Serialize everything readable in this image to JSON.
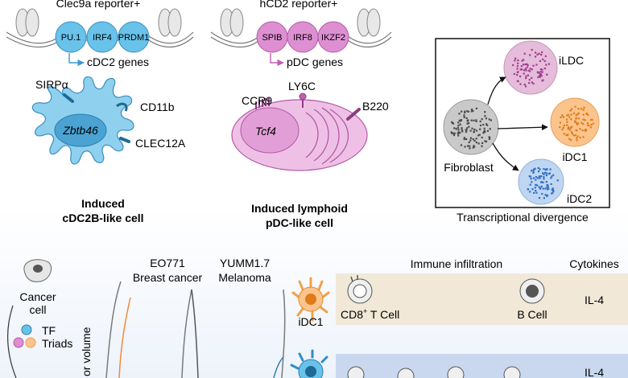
{
  "cdc2": {
    "reporter": "Clec9a reporter+",
    "tf": [
      "PU.1",
      "IRF4",
      "PRDM1"
    ],
    "genes": "cDC2 genes",
    "markers": [
      "SIRPα",
      "CD11b",
      "CLEC12A"
    ],
    "nucleus": "Zbtb46",
    "caption_line1": "Induced",
    "caption_line2": "cDC2B-like cell"
  },
  "pdc": {
    "reporter": "hCD2 reporter+",
    "tf": [
      "SPIB",
      "IRF8",
      "IKZF2"
    ],
    "genes": "pDC genes",
    "markers": [
      "CCR9",
      "LY6C",
      "B220"
    ],
    "nucleus": "Tcf4",
    "caption_line1": "Induced lymphoid",
    "caption_line2": "pDC-like cell"
  },
  "divergence": {
    "source": "Fibroblast",
    "targets": [
      "iLDC",
      "iDC1",
      "iDC2"
    ],
    "caption": "Transcriptional divergence"
  },
  "bottom": {
    "cancer_cell": [
      "Cancer",
      "cell"
    ],
    "tf_triads": [
      "TF",
      "Triads"
    ],
    "models": [
      {
        "line1": "EO771",
        "line2": "Breast cancer"
      },
      {
        "line1": "YUMM1.7",
        "line2": "Melanoma"
      }
    ],
    "ylabel": "or volume",
    "immune_header": "Immune infiltration",
    "cytokine_header": "Cytokines",
    "rows": [
      {
        "cell": "iDC1",
        "infiltrates": [
          "CD8",
          "B Cell"
        ],
        "cytokine": "IL-4"
      },
      {
        "cell": "",
        "infiltrates": [],
        "cytokine": "IL-4"
      }
    ],
    "cd8_sup": "+",
    "cd8_suffix": " T Cell"
  },
  "colors": {
    "cdc2_tf": "#69c2ea",
    "pdc_tf": "#de8fd2",
    "cdc2_cell": "#8fd0ee",
    "pdc_cell": "#efc0e6",
    "ildc": "#e5bcd9",
    "idc1": "#fbc48c",
    "idc2": "#bfd6f2",
    "row1_bg": "#f1e8d8",
    "row2_bg": "#c9d8ee"
  }
}
